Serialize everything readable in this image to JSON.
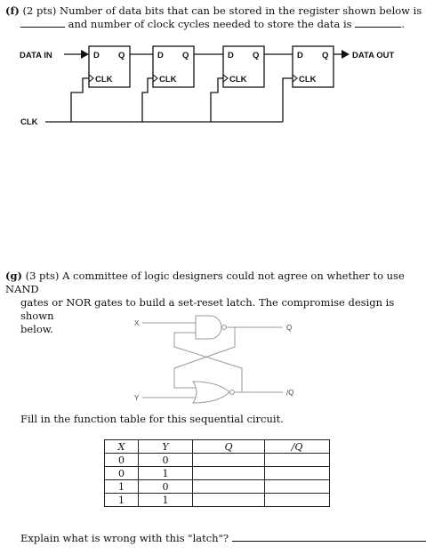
{
  "part_f": {
    "label": "(f)",
    "points": "(2 pts)",
    "text1": "Number of data bits that can be stored in the register shown below is",
    "text2": "and number of clock cycles needed to store the data is",
    "end": "."
  },
  "shift_register": {
    "data_in": "DATA IN",
    "data_out": "DATA OUT",
    "clk": "CLK",
    "d": "D",
    "q": "Q",
    "clk_pin": "CLK"
  },
  "part_g": {
    "label": "(g)",
    "points": "(3 pts)",
    "line1": "A committee of logic designers could not agree on whether to use NAND",
    "line2": "gates or NOR gates to build a set-reset latch. The compromise design is shown",
    "line3": "below."
  },
  "latch": {
    "input_x": "X",
    "input_y": "Y",
    "output_q": "Q",
    "output_qbar": "/Q"
  },
  "fill_instruction": "Fill in the function table for this sequential circuit.",
  "function_table": {
    "headers": [
      "X",
      "Y",
      "Q",
      "/Q"
    ],
    "rows": [
      [
        "0",
        "0",
        "",
        ""
      ],
      [
        "0",
        "1",
        "",
        ""
      ],
      [
        "1",
        "0",
        "",
        ""
      ],
      [
        "1",
        "1",
        "",
        ""
      ]
    ]
  },
  "explain_text": "Explain what is wrong with this \"latch\"?"
}
